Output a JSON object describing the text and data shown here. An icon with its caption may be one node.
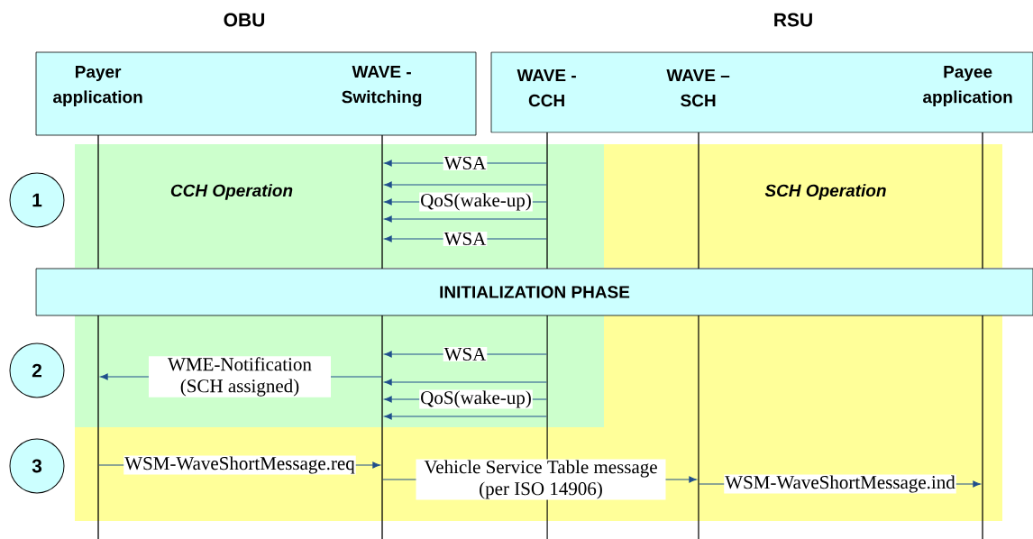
{
  "diagram": {
    "nodes": [
      {
        "text": [
          "OBU"
        ]
      },
      {
        "text": [
          "Payer application"
        ],
        "in": 0
      },
      {
        "text": [
          "WAVE - Switching"
        ],
        "in": 0
      },
      {
        "text": [
          "RSU"
        ]
      },
      {
        "text": [
          "WAVE - CCH"
        ],
        "in": 3
      },
      {
        "text": [
          "WAVE – SCH"
        ],
        "in": 3
      },
      {
        "text": [
          "Payee application"
        ],
        "in": 3
      },
      {
        "text": [],
        "shape": "line"
      },
      {
        "text": [],
        "shape": "line"
      },
      {
        "text": [],
        "shape": "line"
      },
      {
        "text": [],
        "shape": "line"
      },
      {
        "text": [],
        "shape": "line"
      },
      {
        "text": [
          "1"
        ]
      },
      {
        "text": [
          "INITIALIZATION PHASE"
        ]
      },
      {
        "text": [],
        "shape": "line"
      },
      {
        "text": [],
        "shape": "line"
      },
      {
        "text": [],
        "shape": "line"
      },
      {
        "text": [],
        "shape": "line"
      },
      {
        "text": [],
        "shape": "line"
      },
      {
        "text": [
          "2"
        ]
      },
      {
        "text": [
          "3"
        ]
      }
    ],
    "edges": [
      {
        "from": 9,
        "to": 8,
        "arrow": "to",
        "label": "WSA"
      },
      {
        "from": 9,
        "to": 8,
        "arrow": "to"
      },
      {
        "from": 9,
        "to": 8,
        "arrow": "to",
        "label": "QoS(wake-up)"
      },
      {
        "from": 9,
        "to": 8,
        "arrow": "to"
      },
      {
        "from": 9,
        "to": 8,
        "arrow": "to",
        "label": "WSA"
      },
      {
        "from": 16,
        "to": 15,
        "arrow": "to",
        "label": "WSA"
      },
      {
        "from": 15,
        "to": 14,
        "arrow": "to",
        "label": "WME-Notification (SCH assigned)"
      },
      {
        "from": 16,
        "to": 15,
        "arrow": "to"
      },
      {
        "from": 16,
        "to": 15,
        "arrow": "to",
        "label": "QoS(wake-up)"
      },
      {
        "from": 16,
        "to": 15,
        "arrow": "to"
      },
      {
        "from": 14,
        "to": 15,
        "arrow": "to",
        "label": "WSM-WaveShortMessage.req"
      },
      {
        "from": 15,
        "to": 17,
        "arrow": "to",
        "label": "Vehicle Service Table message (per ISO 14906)"
      },
      {
        "from": 17,
        "to": 18,
        "arrow": "to",
        "label": "WSM-WaveShortMessage.ind"
      }
    ],
    "labels": [
      "CCH Operation",
      "SCH Operation"
    ]
  }
}
